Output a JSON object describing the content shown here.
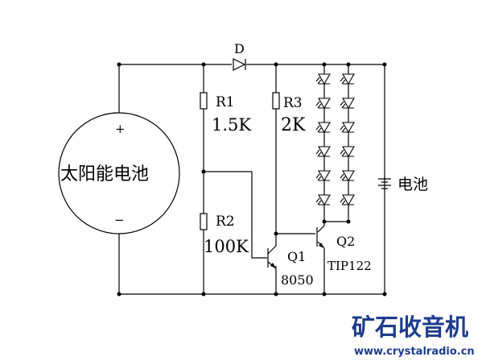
{
  "labels": {
    "diode": "D",
    "r1": "R1",
    "r1_value": "1.5K",
    "r2": "R2",
    "r2_value": "100K",
    "r3": "R3",
    "r3_value": "2K",
    "q1": "Q1",
    "q1_part": "8050",
    "q2": "Q2",
    "q2_part": "TIP122",
    "solar": "太阳能电池",
    "plus": "+",
    "minus": "−",
    "battery": "电池"
  },
  "watermark": {
    "title": "矿石收音机",
    "url": "www.crystalradio.cn",
    "color": "#1e3c8c"
  }
}
